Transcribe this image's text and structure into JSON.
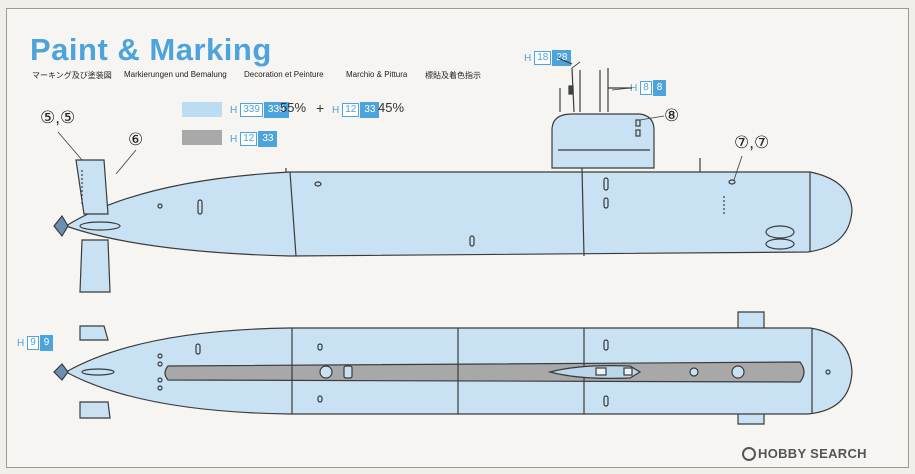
{
  "title": "Paint & Marking",
  "languages": [
    "マーキング及び塗装図",
    "Markierungen und Bemalung",
    "Decoration et Peinture",
    "Marchio & Pittura",
    "標貼及着色指示"
  ],
  "legend": {
    "light_blue": {
      "color": "#bcdcf1",
      "h": "H",
      "code_a": "339",
      "code_b": "339",
      "pct_a": "55%",
      "plus": "+",
      "h2": "H",
      "code_c": "12",
      "code_d": "33",
      "pct_b": "45%"
    },
    "gray": {
      "color": "#a9a9a9",
      "h": "H",
      "code_a": "12",
      "code_b": "33"
    }
  },
  "mast_codes": {
    "top": {
      "h": "H",
      "a": "18",
      "b": "28"
    },
    "mid": {
      "h": "H",
      "a": "8",
      "b": "8"
    },
    "deck": {
      "h": "H",
      "a": "9",
      "b": "9"
    }
  },
  "callouts": {
    "c5": "⑤,⑤",
    "c6": "⑥",
    "c8": "⑧",
    "c7": "⑦,⑦"
  },
  "colors": {
    "hull": "#c8e2f3",
    "deck": "#a8a8a8",
    "accent": "#4da3db",
    "outline": "#3b3b3b"
  },
  "watermark": "HOBBY SEARCH"
}
